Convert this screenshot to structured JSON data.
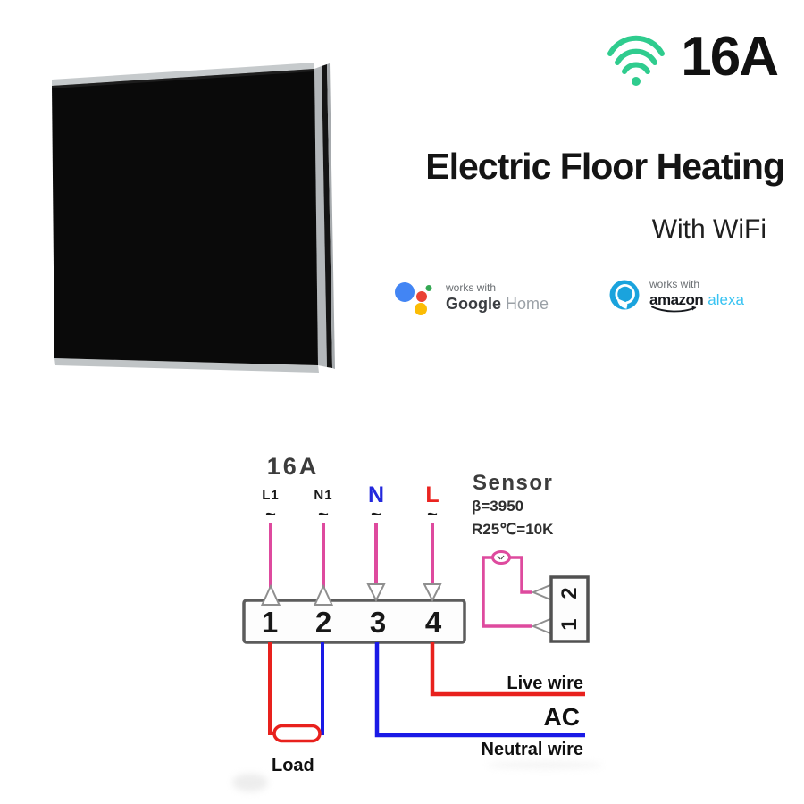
{
  "header": {
    "amperage": "16A",
    "title": "Electric Floor Heating",
    "subtitle": "With WiFi",
    "wifi_color": "#2fcc8e"
  },
  "badges": {
    "google": {
      "works_with": "works with",
      "brand": "Google",
      "product": "Home"
    },
    "alexa": {
      "works_with": "works with",
      "brand": "amazon",
      "product": "alexa"
    }
  },
  "diagram": {
    "rating": "16A",
    "terminals": [
      {
        "label": "L1",
        "tilde": "~"
      },
      {
        "label": "N1",
        "tilde": "~"
      },
      {
        "label": "N",
        "tilde": "~"
      },
      {
        "label": "L",
        "tilde": "~"
      }
    ],
    "block_numbers": [
      "1",
      "2",
      "3",
      "4"
    ],
    "sensor": {
      "title": "Sensor",
      "beta": "β=3950",
      "resistance": "R25℃=10K",
      "connector_top": "2",
      "connector_bottom": "1"
    },
    "wire_labels": {
      "live": "Live wire",
      "ac": "AC",
      "neutral": "Neutral wire",
      "load": "Load"
    },
    "colors": {
      "pink_wire": "#de4a9e",
      "red_wire": "#e8211d",
      "blue_wire": "#1a1ae6",
      "terminal_n_blue": "#2328dd",
      "terminal_l_red": "#ea2420"
    }
  }
}
